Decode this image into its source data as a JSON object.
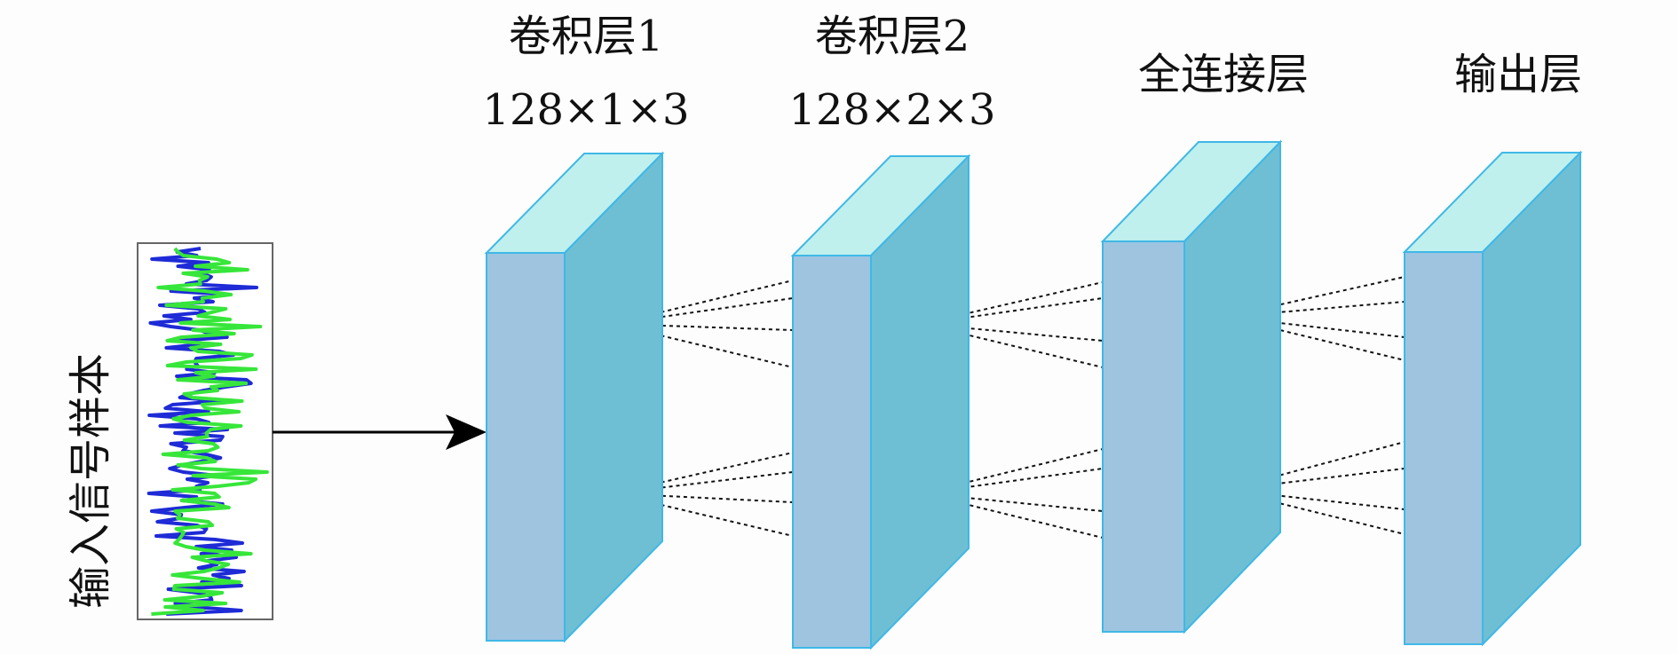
{
  "input": {
    "label": "输入信号样本",
    "signal_colors": [
      "#1e2bd6",
      "#37e63a"
    ]
  },
  "layers": [
    {
      "name": "卷积层1",
      "dims": "128×1×3"
    },
    {
      "name": "卷积层2",
      "dims": "128×2×3"
    },
    {
      "name": "全连接层",
      "dims": ""
    },
    {
      "name": "输出层",
      "dims": ""
    }
  ],
  "colors": {
    "block_front": "#9ec4e0",
    "block_side": "#6fbfd4",
    "block_top": "#bff0ee",
    "block_edge": "#3fb8e6",
    "connection_line": "#111111",
    "arrow": "#000000"
  }
}
